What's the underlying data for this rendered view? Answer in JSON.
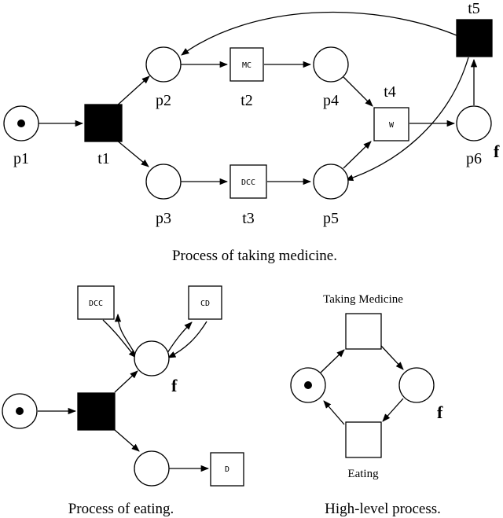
{
  "top_diagram": {
    "places": {
      "p1": "p1",
      "p2": "p2",
      "p3": "p3",
      "p4": "p4",
      "p5": "p5",
      "p6": "p6"
    },
    "transitions": {
      "t1": "t1",
      "t2": "t2",
      "t3": "t3",
      "t4": "t4",
      "t5": "t5"
    },
    "box_labels": {
      "mc": "MC",
      "dcc": "DCC",
      "w": "W"
    },
    "final_marker": "f",
    "caption": "Process of taking medicine."
  },
  "eating_diagram": {
    "box_labels": {
      "dcc": "DCC",
      "cd": "CD",
      "d": "D"
    },
    "final_marker": "f",
    "caption": "Process of eating."
  },
  "high_level_diagram": {
    "top_label": "Taking Medicine",
    "bottom_label": "Eating",
    "final_marker": "f",
    "caption": "High-level process."
  }
}
